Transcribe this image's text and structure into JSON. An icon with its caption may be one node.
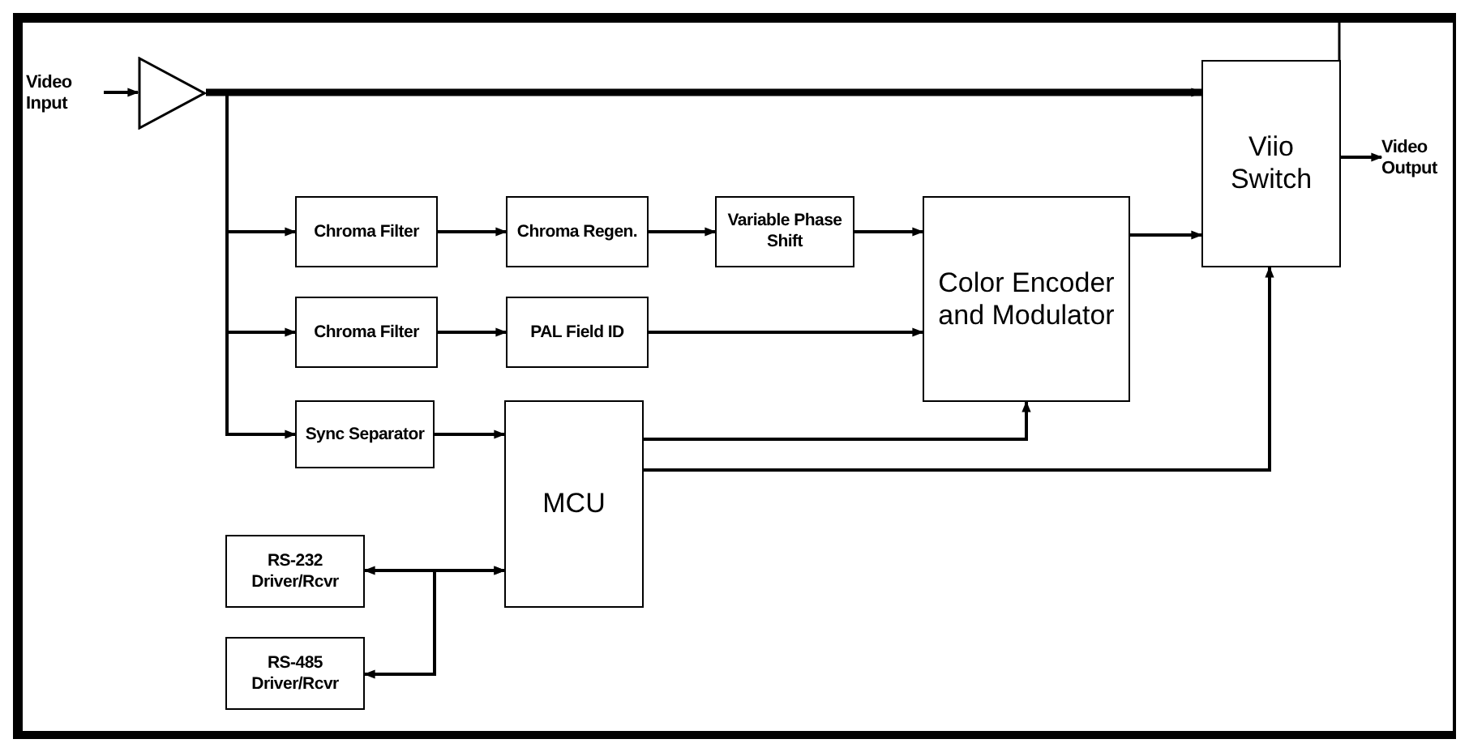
{
  "diagram": {
    "nodes": [
      {
        "text": [
          "Video Input"
        ]
      },
      {
        "text": [],
        "shape": "triangle"
      },
      {
        "text": [
          "Chroma Filter"
        ]
      },
      {
        "text": [
          "Chroma Regen."
        ]
      },
      {
        "text": [
          "Variable Phase Shift"
        ]
      },
      {
        "text": [
          "Color Encoder and Modulator"
        ]
      },
      {
        "text": [
          "Viio Switch"
        ]
      },
      {
        "text": [
          "Video Output"
        ]
      },
      {
        "text": [
          "Chroma Filter"
        ]
      },
      {
        "text": [
          "PAL Field ID"
        ]
      },
      {
        "text": [
          "Sync Separator"
        ]
      },
      {
        "text": [
          "MCU"
        ]
      },
      {
        "text": [
          "RS-232 Driver/Rcvr"
        ]
      },
      {
        "text": [
          "RS-485 Driver/Rcvr"
        ]
      }
    ],
    "edges": [
      {
        "from": 0,
        "to": 1,
        "arrow": "to"
      },
      {
        "from": 1,
        "to": 6,
        "arrow": "to",
        "style": "thick"
      },
      {
        "from": 1,
        "to": 2,
        "arrow": "to"
      },
      {
        "from": 1,
        "to": 8,
        "arrow": "to"
      },
      {
        "from": 1,
        "to": 10,
        "arrow": "to"
      },
      {
        "from": 2,
        "to": 3,
        "arrow": "to"
      },
      {
        "from": 3,
        "to": 4,
        "arrow": "to"
      },
      {
        "from": 4,
        "to": 5,
        "arrow": "to"
      },
      {
        "from": 8,
        "to": 9,
        "arrow": "to"
      },
      {
        "from": 9,
        "to": 5,
        "arrow": "to"
      },
      {
        "from": 5,
        "to": 6,
        "arrow": "to"
      },
      {
        "from": 10,
        "to": 11,
        "arrow": "to"
      },
      {
        "from": 11,
        "to": 5,
        "arrow": "to"
      },
      {
        "from": 11,
        "to": 6,
        "arrow": "to"
      },
      {
        "from": 11,
        "to": 12,
        "arrow": "both"
      },
      {
        "from": 11,
        "to": 13,
        "arrow": "both"
      },
      {
        "from": 6,
        "to": 7,
        "arrow": "to"
      }
    ]
  }
}
